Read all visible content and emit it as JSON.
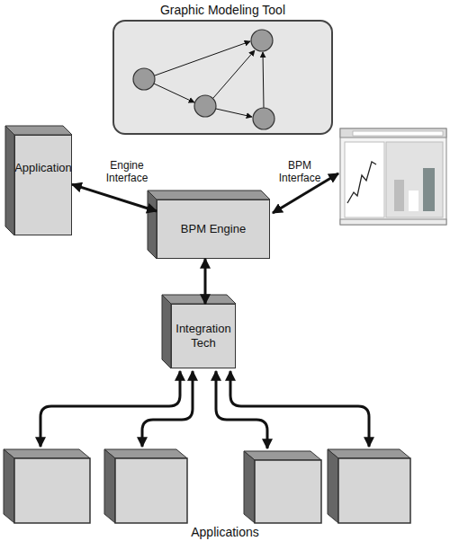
{
  "diagram": {
    "nodes": [
      {
        "text": [
          "Graphic Modeling Tool"
        ]
      },
      {
        "text": [
          "Application"
        ]
      },
      {
        "text": [
          "BPM Engine"
        ]
      },
      {
        "text": [
          "Integration Tech"
        ]
      }
    ],
    "edges": [
      {
        "from": 1,
        "to": 2,
        "arrow": "both",
        "label": "Engine Interface"
      },
      {
        "from": 2,
        "to": 3,
        "arrow": "both"
      }
    ],
    "labels": [
      "BPM Interface",
      "Applications"
    ]
  }
}
